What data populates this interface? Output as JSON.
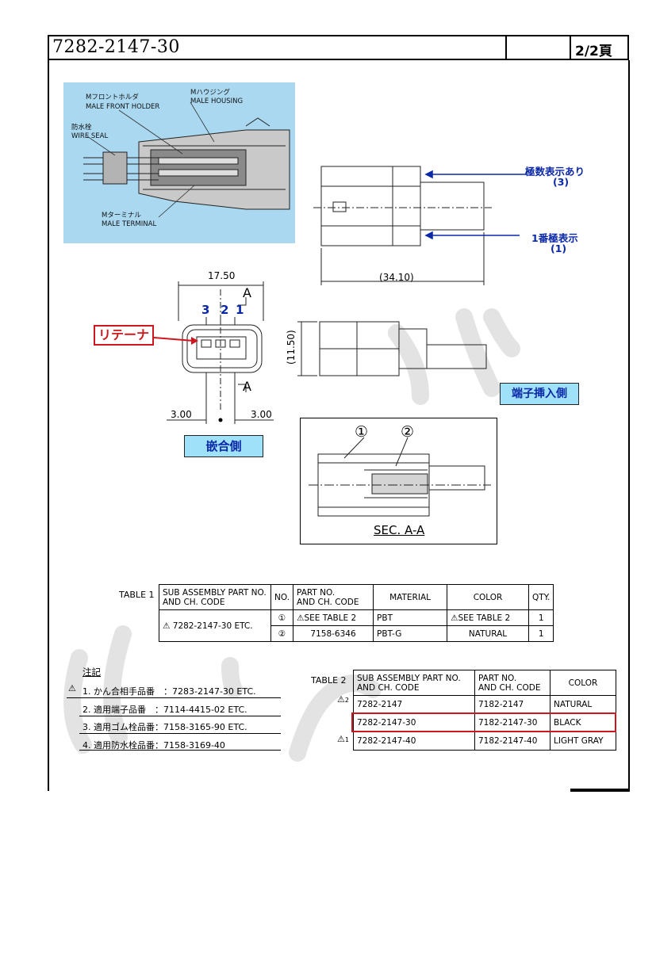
{
  "header": {
    "title": "7282-2147-30",
    "page": "2/2頁"
  },
  "section_view": {
    "labels": {
      "front_holder_jp": "Mフロントホルダ",
      "front_holder_en": "MALE FRONT HOLDER",
      "housing_jp": "Mハウジング",
      "housing_en": "MALE HOUSING",
      "wire_seal_jp": "防水栓",
      "wire_seal_en": "WIRE SEAL",
      "terminal_jp": "Mターミナル",
      "terminal_en": "MALE TERMINAL"
    }
  },
  "side_view": {
    "pole_mark_line1": "極数表示あり",
    "pole_mark_line2": "(3)",
    "pole1_line1": "1番極表示",
    "pole1_line2": "(1)",
    "length_dim": "34.10"
  },
  "front_view": {
    "width_dim": "17.50",
    "height_dim": "11.50",
    "pin_numbers": [
      "3",
      "2",
      "1"
    ],
    "section_mark": "A",
    "retainer_label": "リテーナ",
    "offset_left": "3.00",
    "offset_right": "3.00",
    "mating_side": "嵌合側",
    "terminal_side": "端子挿入側"
  },
  "section_aa": {
    "balloon1": "①",
    "balloon2": "②",
    "caption": "SEC. A-A"
  },
  "table1": {
    "label": "TABLE 1",
    "headers": [
      "SUB ASSEMBLY PART NO.",
      "AND CH. CODE",
      "NO.",
      "PART NO.",
      "AND CH. CODE",
      "MATERIAL",
      "COLOR",
      "QTY."
    ],
    "assembly": "7282-2147-30 ETC.",
    "rows": [
      {
        "no": "①",
        "part": "SEE TABLE 2",
        "material": "PBT",
        "color": "SEE TABLE 2",
        "qty": "1"
      },
      {
        "no": "②",
        "part": "7158-6346",
        "material": "PBT-G",
        "color": "NATURAL",
        "qty": "1"
      }
    ]
  },
  "notes": {
    "title": "注記",
    "items": [
      {
        "num": "1.",
        "text": "かん合相手品番　：7283-2147-30 ETC."
      },
      {
        "num": "2.",
        "text": "適用端子品番　：7114-4415-02 ETC."
      },
      {
        "num": "3.",
        "text": "適用ゴム栓品番：7158-3165-90 ETC."
      },
      {
        "num": "4.",
        "text": "適用防水栓品番：7158-3169-40"
      }
    ]
  },
  "table2": {
    "label": "TABLE 2",
    "headers": [
      "SUB ASSEMBLY PART NO.",
      "AND CH. CODE",
      "PART NO.",
      "AND CH. CODE",
      "COLOR"
    ],
    "rows": [
      {
        "rev": "2",
        "sub": "7282-2147",
        "part": "7182-2147",
        "color": "NATURAL"
      },
      {
        "rev": "",
        "sub": "7282-2147-30",
        "part": "7182-2147-30",
        "color": "BLACK"
      },
      {
        "rev": "1",
        "sub": "7282-2147-40",
        "part": "7182-2147-40",
        "color": "LIGHT GRAY"
      }
    ]
  },
  "colors": {
    "highlight": "#d0161d",
    "note_blue": "#0b28a8",
    "panel": "#a9d8f0",
    "label_box": "#9fe1f8"
  }
}
